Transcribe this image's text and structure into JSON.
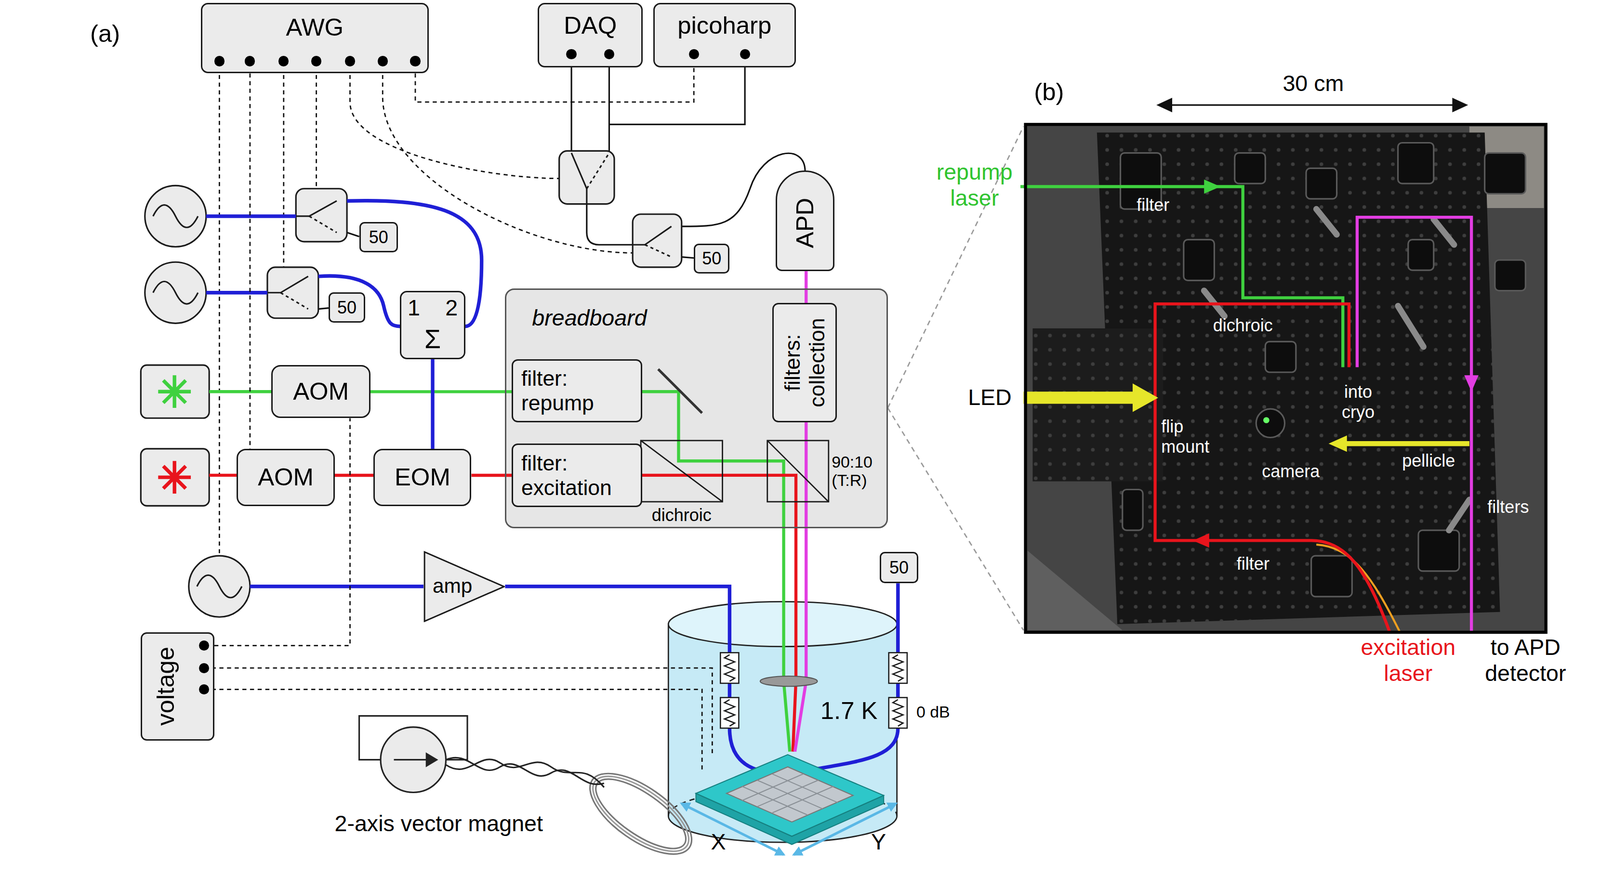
{
  "diagram": {
    "nodes": [
      {
        "text": [
          "AWG"
        ]
      },
      {
        "text": [
          "DAQ"
        ]
      },
      {
        "text": [
          "picoharp"
        ]
      },
      {
        "text": [
          "APD"
        ]
      },
      {
        "text": [
          "50"
        ]
      },
      {
        "text": [
          "50"
        ]
      },
      {
        "text": [
          "1",
          "2",
          "Σ"
        ]
      },
      {
        "text": [
          "50"
        ]
      },
      {
        "text": [
          "breadboard"
        ]
      },
      {
        "text": [
          "filters: collection"
        ],
        "in": 8
      },
      {
        "text": [
          "filter: repump"
        ],
        "in": 8
      },
      {
        "text": [
          "AOM"
        ]
      },
      {
        "text": [
          "filter: excitation"
        ],
        "in": 8
      },
      {
        "text": [
          "AOM"
        ]
      },
      {
        "text": [
          "EOM"
        ]
      },
      {
        "text": [
          "amp"
        ]
      },
      {
        "text": [
          "50"
        ]
      },
      {
        "text": [
          "voltage"
        ]
      }
    ],
    "edges": [
      {
        "from": 13,
        "to": 14,
        "arrow": "none"
      },
      {
        "from": 14,
        "to": 12,
        "arrow": "none"
      },
      {
        "from": 11,
        "to": 10,
        "arrow": "none"
      },
      {
        "from": 6,
        "to": 14,
        "arrow": "none"
      },
      {
        "from": 9,
        "to": 3,
        "arrow": "none"
      },
      {
        "from": 0,
        "to": 13,
        "arrow": "none"
      },
      {
        "from": 0,
        "to": 2,
        "arrow": "none"
      },
      {
        "from": 17,
        "to": 11,
        "arrow": "none"
      }
    ],
    "labels": [
      "(a)",
      "dichroic",
      "90:10 (T:R)",
      "1.7 K",
      "0 dB",
      "2-axis vector magnet",
      "X",
      "Y",
      "(b)",
      "30 cm",
      "repump laser",
      "filter",
      "dichroic",
      "into cryo",
      "LED",
      "flip mount",
      "camera",
      "pellicle",
      "filters",
      "filter",
      "excitation laser",
      "to APD detector"
    ]
  }
}
